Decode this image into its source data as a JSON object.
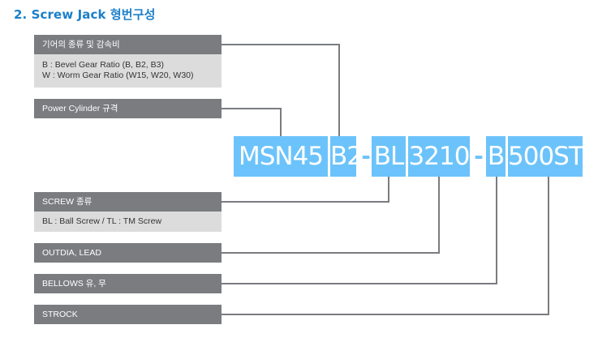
{
  "title": "2. Screw Jack 형번구성",
  "labels": {
    "gear_type": {
      "heading": "기어의 종류 및 감속비",
      "lines": [
        "B : Bevel Gear Ratio (B, B2, B3)",
        "W : Worm Gear Ratio (W15, W20, W30)"
      ]
    },
    "power_cylinder": {
      "heading": "Power Cylinder 규격"
    },
    "screw_type": {
      "heading": "SCREW 종류",
      "lines": [
        "BL : Ball Screw / TL : TM Screw"
      ]
    },
    "outdia_lead": {
      "heading": "OUTDIA,  LEAD"
    },
    "bellows": {
      "heading": "BELLOWS 유, 무"
    },
    "strock": {
      "heading": "STROCK"
    }
  },
  "code_segments": [
    "MSN45",
    "B2",
    "BL",
    "3210",
    "B",
    "500ST"
  ],
  "separator": "-",
  "colors": {
    "title": "#1a7fc9",
    "code_box": "#6cc3fb",
    "label_bg": "#7a7c80",
    "desc_bg": "#dcdcdc",
    "line": "#7a7c80"
  }
}
